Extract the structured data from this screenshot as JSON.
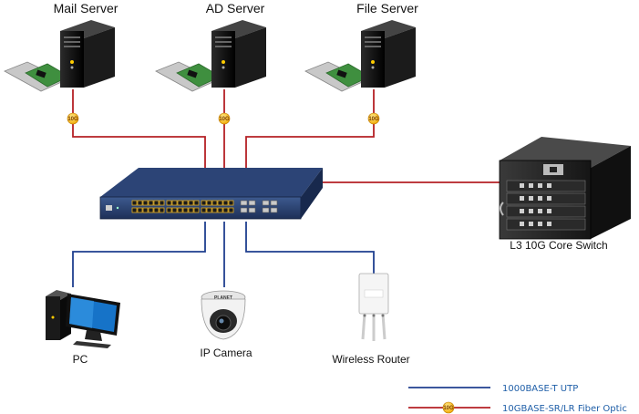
{
  "servers": [
    {
      "label": "Mail Server",
      "badge": "10G"
    },
    {
      "label": "AD Server",
      "badge": "10G"
    },
    {
      "label": "File Server",
      "badge": "10G"
    }
  ],
  "core_switch": {
    "label": "L3 10G Core Switch"
  },
  "clients": [
    {
      "label": "PC"
    },
    {
      "label": "IP Camera"
    },
    {
      "label": "Wireless Router"
    }
  ],
  "camera_brand": "PLANET",
  "legend": {
    "utp": {
      "label": "1000BASE-T UTP",
      "color": "#1f3f8f"
    },
    "fiber": {
      "label": "10GBASE-SR/LR Fiber Optic",
      "color": "#b52025",
      "badge": "10G"
    }
  },
  "colors": {
    "fiber_line": "#b52025",
    "utp_line": "#1f3f8f",
    "legend_text": "#1f5fa8"
  }
}
